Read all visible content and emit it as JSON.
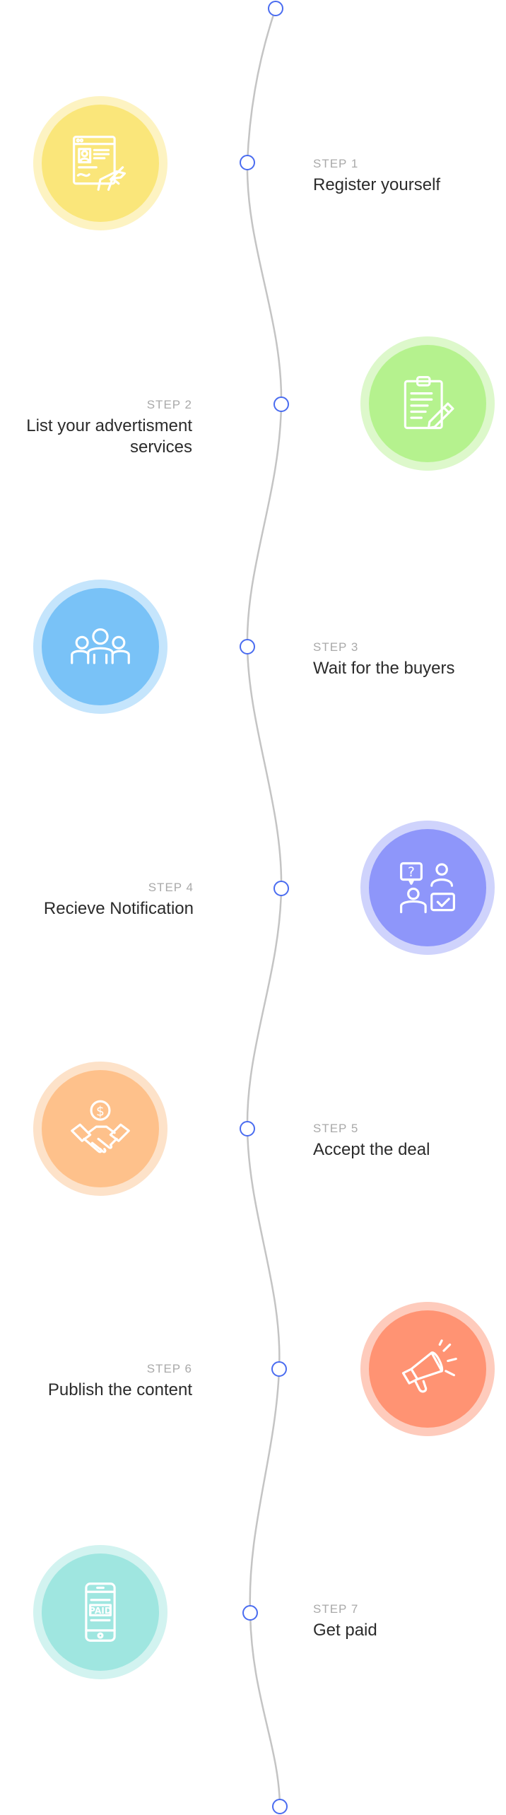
{
  "colors": {
    "line": "#c4c4c4",
    "node_stroke": "#4a6cf0",
    "node_fill": "#ffffff"
  },
  "steps": [
    {
      "label": "STEP 1",
      "title": "Register yourself",
      "icon": "registration-form-icon",
      "color": "#fae67a",
      "ring": "#fdf3c2"
    },
    {
      "label": "STEP 2",
      "title": "List your advertisment services",
      "icon": "clipboard-pencil-icon",
      "color": "#b5f28e",
      "ring": "#ddf8cb"
    },
    {
      "label": "STEP 3",
      "title": "Wait for the buyers",
      "icon": "people-group-icon",
      "color": "#79c2f7",
      "ring": "#c5e5fc"
    },
    {
      "label": "STEP 4",
      "title": "Recieve Notification",
      "icon": "chat-people-icon",
      "color": "#8e96fa",
      "ring": "#cfd3fc"
    },
    {
      "label": "STEP 5",
      "title": "Accept the deal",
      "icon": "handshake-dollar-icon",
      "color": "#fec18b",
      "ring": "#fde2c9"
    },
    {
      "label": "STEP 6",
      "title": "Publish the content",
      "icon": "megaphone-icon",
      "color": "#ff9373",
      "ring": "#fecbbc"
    },
    {
      "label": "STEP 7",
      "title": "Get paid",
      "icon": "paid-phone-icon",
      "color": "#9fe6e0",
      "ring": "#d2f3f0"
    }
  ]
}
